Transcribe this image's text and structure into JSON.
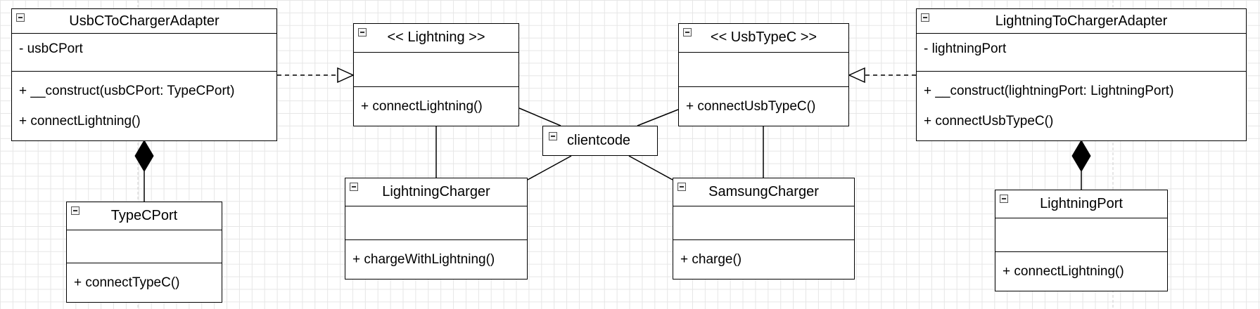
{
  "classes": {
    "usbc_adapter": {
      "name": "UsbCToChargerAdapter",
      "attributes": [
        "- usbCPort"
      ],
      "operations": [
        "+ __construct(usbCPort: TypeCPort)",
        "+ connectLightning()"
      ]
    },
    "lightning": {
      "name": "<< Lightning >>",
      "attributes": [],
      "operations": [
        "+ connectLightning()"
      ]
    },
    "usbtypec": {
      "name": "<< UsbTypeC >>",
      "attributes": [],
      "operations": [
        "+ connectUsbTypeC()"
      ]
    },
    "lightning_adapter": {
      "name": "LightningToChargerAdapter",
      "attributes": [
        "- lightningPort"
      ],
      "operations": [
        "+ __construct(lightningPort: LightningPort)",
        "+ connectUsbTypeC()"
      ]
    },
    "typecport": {
      "name": "TypeCPort",
      "attributes": [],
      "operations": [
        "+ connectTypeC()"
      ]
    },
    "lightningcharger": {
      "name": "LightningCharger",
      "attributes": [],
      "operations": [
        "+ chargeWithLightning()"
      ]
    },
    "samsungcharger": {
      "name": "SamsungCharger",
      "attributes": [],
      "operations": [
        "+ charge()"
      ]
    },
    "lightningport": {
      "name": "LightningPort",
      "attributes": [],
      "operations": [
        "+ connectLightning()"
      ]
    }
  },
  "client": {
    "name": "clientcode"
  },
  "relations": [
    {
      "type": "realization",
      "from": "UsbCToChargerAdapter",
      "to": "<< Lightning >>"
    },
    {
      "type": "realization",
      "from": "LightningToChargerAdapter",
      "to": "<< UsbTypeC >>"
    },
    {
      "type": "composition",
      "from": "UsbCToChargerAdapter",
      "to": "TypeCPort"
    },
    {
      "type": "composition",
      "from": "LightningToChargerAdapter",
      "to": "LightningPort"
    },
    {
      "type": "association",
      "from": "<< Lightning >>",
      "to": "LightningCharger"
    },
    {
      "type": "association",
      "from": "<< UsbTypeC >>",
      "to": "SamsungCharger"
    },
    {
      "type": "association",
      "from": "clientcode",
      "to": "<< Lightning >>"
    },
    {
      "type": "association",
      "from": "clientcode",
      "to": "<< UsbTypeC >>"
    },
    {
      "type": "association",
      "from": "clientcode",
      "to": "LightningCharger"
    },
    {
      "type": "association",
      "from": "clientcode",
      "to": "SamsungCharger"
    }
  ]
}
